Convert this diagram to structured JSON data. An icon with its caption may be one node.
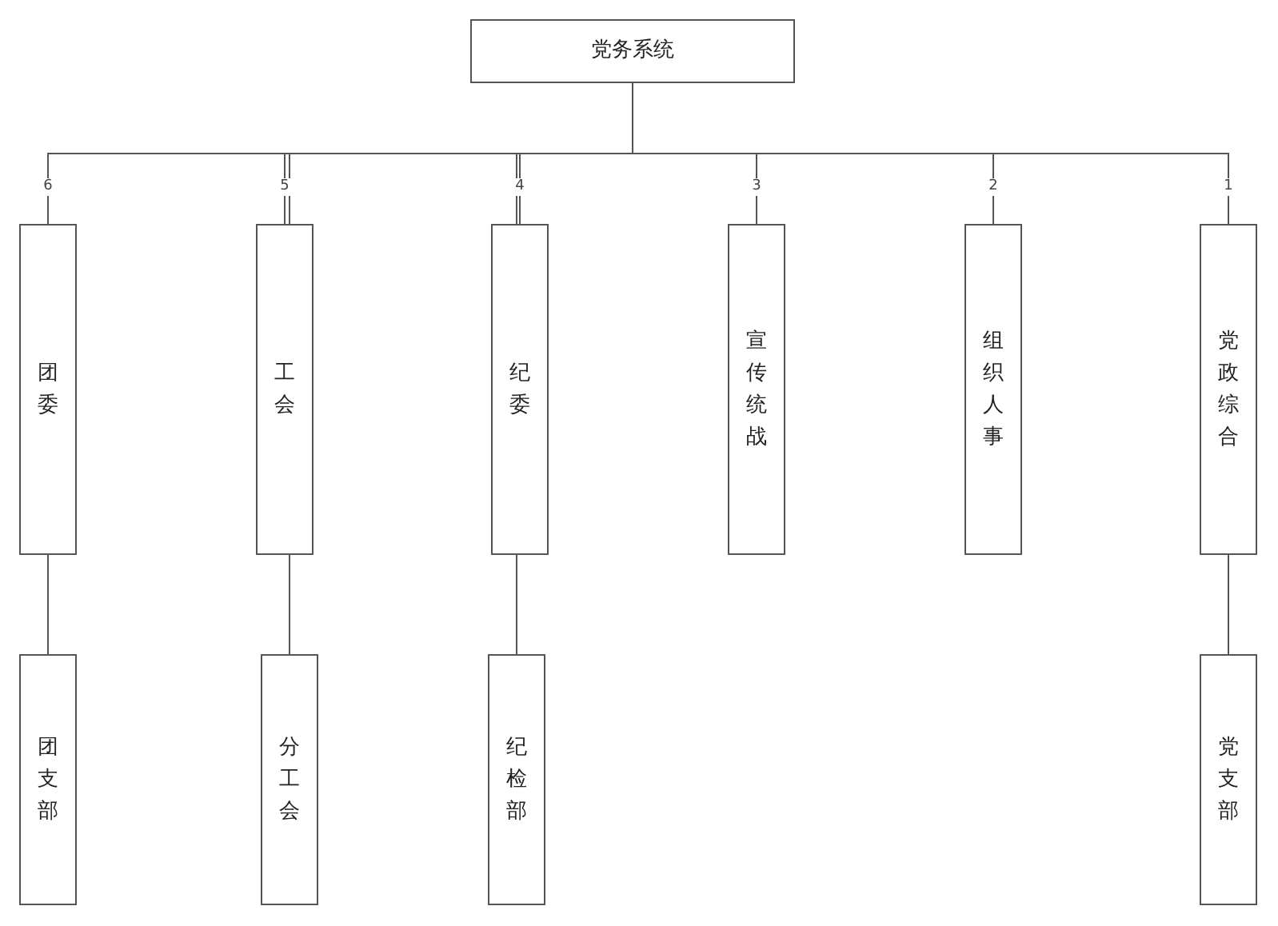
{
  "diagram": {
    "nodes": [
      {
        "text": [
          "党务系统"
        ]
      },
      {
        "text": [
          "团委"
        ]
      },
      {
        "text": [
          "工会"
        ]
      },
      {
        "text": [
          "纪委"
        ]
      },
      {
        "text": [
          "宣传统战"
        ]
      },
      {
        "text": [
          "组织人事"
        ]
      },
      {
        "text": [
          "党政综合"
        ]
      },
      {
        "text": [
          "团支部"
        ]
      },
      {
        "text": [
          "分工会"
        ]
      },
      {
        "text": [
          "纪检部"
        ]
      },
      {
        "text": [
          "党支部"
        ]
      }
    ],
    "edges": [
      {
        "from": 0,
        "to": 1,
        "arrow": "none",
        "label": "6"
      },
      {
        "from": 0,
        "to": 2,
        "arrow": "none",
        "label": "5"
      },
      {
        "from": 0,
        "to": 3,
        "arrow": "none",
        "label": "4"
      },
      {
        "from": 0,
        "to": 4,
        "arrow": "none",
        "label": "3"
      },
      {
        "from": 0,
        "to": 5,
        "arrow": "none",
        "label": "2"
      },
      {
        "from": 0,
        "to": 6,
        "arrow": "none",
        "label": "1"
      },
      {
        "from": 1,
        "to": 7,
        "arrow": "none"
      },
      {
        "from": 2,
        "to": 8,
        "arrow": "none"
      },
      {
        "from": 3,
        "to": 9,
        "arrow": "none"
      },
      {
        "from": 6,
        "to": 10,
        "arrow": "none"
      }
    ]
  }
}
